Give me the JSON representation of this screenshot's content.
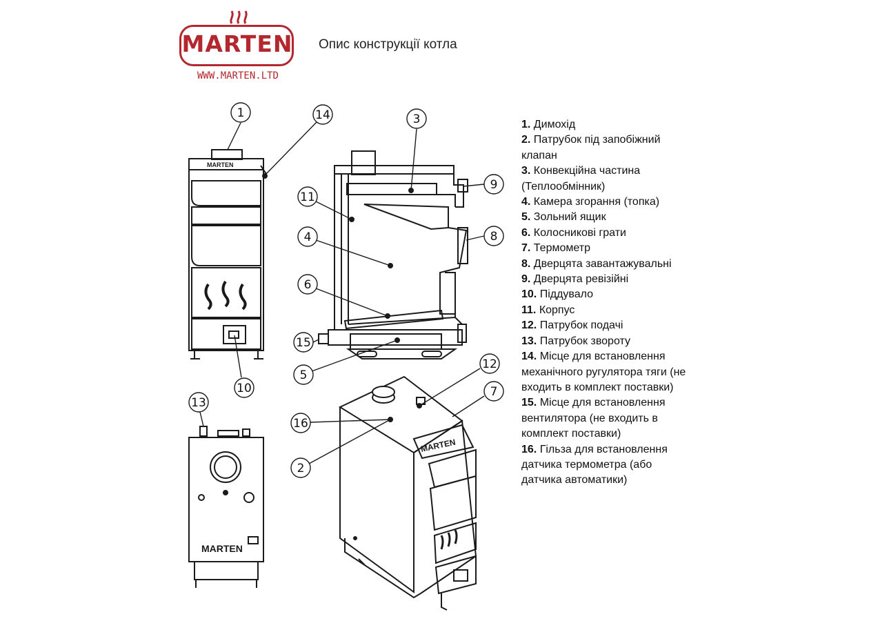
{
  "brand": {
    "logo_text": "MARTEN",
    "url": "WWW.MARTEN.LTD",
    "color": "#b3272e"
  },
  "title": "Опис конструкції котла",
  "diagram": {
    "embossed_brand": "MARTEN",
    "callouts": [
      "1",
      "14",
      "3",
      "9",
      "11",
      "8",
      "4",
      "6",
      "15",
      "5",
      "10",
      "12",
      "7",
      "13",
      "16",
      "2"
    ]
  },
  "legend": [
    {
      "num": "1.",
      "text": "Димохід"
    },
    {
      "num": "2.",
      "text": "Патрубок під запобіжний клапан"
    },
    {
      "num": "3.",
      "text": "Конвекційна частина (Теплообмінник)"
    },
    {
      "num": "4.",
      "text": "Камера згорання (топка)"
    },
    {
      "num": "5.",
      "text": "Зольний ящик"
    },
    {
      "num": "6.",
      "text": "Колосникові грати"
    },
    {
      "num": "7.",
      "text": "Термометр"
    },
    {
      "num": "8.",
      "text": "Дверцята завантажувальні"
    },
    {
      "num": "9.",
      "text": "Дверцята ревізійні"
    },
    {
      "num": "10.",
      "text": "Піддувало"
    },
    {
      "num": "11.",
      "text": "Корпус"
    },
    {
      "num": "12.",
      "text": "Патрубок подачі"
    },
    {
      "num": "13.",
      "text": "Патрубок звороту"
    },
    {
      "num": "14.",
      "text": "Місце для встановлення механічного ругулятора тяги (не входить в комплект поставки)"
    },
    {
      "num": "15.",
      "text": "Місце для встановлення вентилятора (не входить в комплект поставки)"
    },
    {
      "num": "16.",
      "text": "Гільза для встановлення датчика термометра (або датчика автоматики)"
    }
  ]
}
